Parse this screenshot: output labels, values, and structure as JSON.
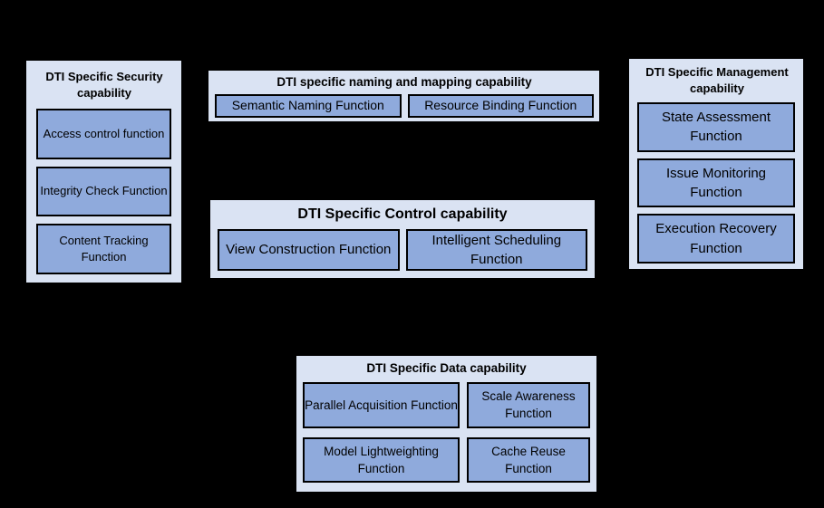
{
  "colors": {
    "background": "#000000",
    "container_fill": "#dae3f3",
    "function_fill": "#8faadc",
    "border": "#000000",
    "text": "#000000"
  },
  "containers": [
    {
      "id": "security",
      "title": "DTI Specific Security capability",
      "functions": [
        "Access control function",
        "Integrity Check Function",
        "Content Tracking Function"
      ]
    },
    {
      "id": "naming",
      "title": "DTI specific naming and mapping capability",
      "functions": [
        "Semantic Naming Function",
        "Resource Binding Function"
      ]
    },
    {
      "id": "control",
      "title": "DTI Specific Control capability",
      "functions": [
        "View Construction Function",
        "Intelligent Scheduling Function"
      ]
    },
    {
      "id": "management",
      "title": "DTI Specific Management capability",
      "functions": [
        "State Assessment Function",
        "Issue Monitoring Function",
        "Execution Recovery Function"
      ]
    },
    {
      "id": "data",
      "title": "DTI Specific Data capability",
      "functions": [
        "Parallel Acquisition Function",
        "Scale Awareness Function",
        "Model Lightweighting Function",
        "Cache Reuse Function"
      ]
    }
  ]
}
